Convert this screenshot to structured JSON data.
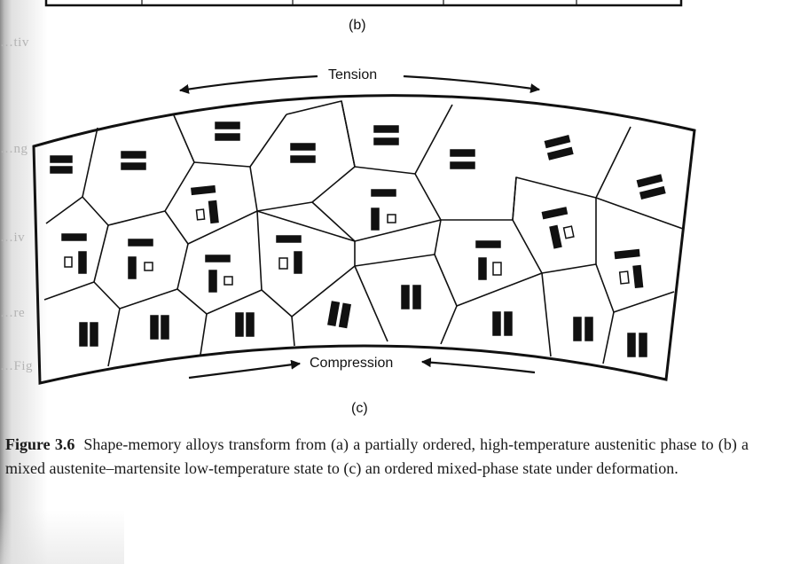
{
  "figure": {
    "panel_b_label": "(b)",
    "panel_c_label": "(c)",
    "tension_label": "Tension",
    "compression_label": "Compression"
  },
  "caption": {
    "label": "Figure 3.6",
    "text": "Shape-memory alloys transform from (a) a partially ordered, high-temperature austenitic phase to (b) a mixed austenite–martensite low-temperature state to (c) an ordered mixed-phase state under deformation."
  },
  "colors": {
    "ink": "#111111",
    "paper": "#ffffff",
    "page_edge": "#9a9a9a"
  }
}
